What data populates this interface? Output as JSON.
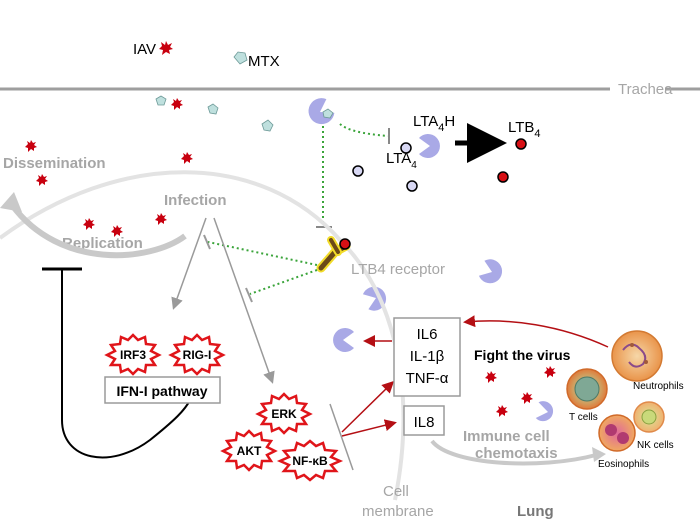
{
  "labels": {
    "iav": "IAV",
    "mtx": "MTX",
    "trachea": "Trachea",
    "lta4h_main": "LTA",
    "lta4h_sub": "4",
    "lta4h_tail": "H",
    "ltb4_main": "LTB",
    "ltb4_sub": "4",
    "lta4_main": "LTA",
    "lta4_sub": "4",
    "dissemination": "Dissemination",
    "infection": "Infection",
    "replication": "Replication",
    "ltb4_receptor": "LTB4 receptor",
    "irf3": "IRF3",
    "rigi": "RIG-I",
    "ifn_pathway": "IFN-I pathway",
    "erk": "ERK",
    "akt": "AKT",
    "nfkb": "NF-κB",
    "il6": "IL6",
    "il1b": "IL-1β",
    "tnfa": "TNF-α",
    "il8": "IL8",
    "fight_virus": "Fight the virus",
    "neutrophils": "Neutrophils",
    "t_cells": "T cells",
    "nk_cells": "NK cells",
    "eosinophils": "Eosinophils",
    "chemotaxis_1": "Immune cell",
    "chemotaxis_2": "chemotaxis",
    "cell_membrane_1": "Cell",
    "cell_membrane_2": "membrane",
    "lung": "Lung"
  },
  "colors": {
    "virus": "#c8000f",
    "mtx": "#bfe0de",
    "enzyme": "#a9a9e6",
    "dashed_inhibit": "#3aa43a",
    "red_arrow": "#b40f14",
    "grey": "#a6a6a6",
    "receptor": "#6b4a18",
    "receptor_glow": "#f2dc2a",
    "star_border": "#e0151a"
  }
}
